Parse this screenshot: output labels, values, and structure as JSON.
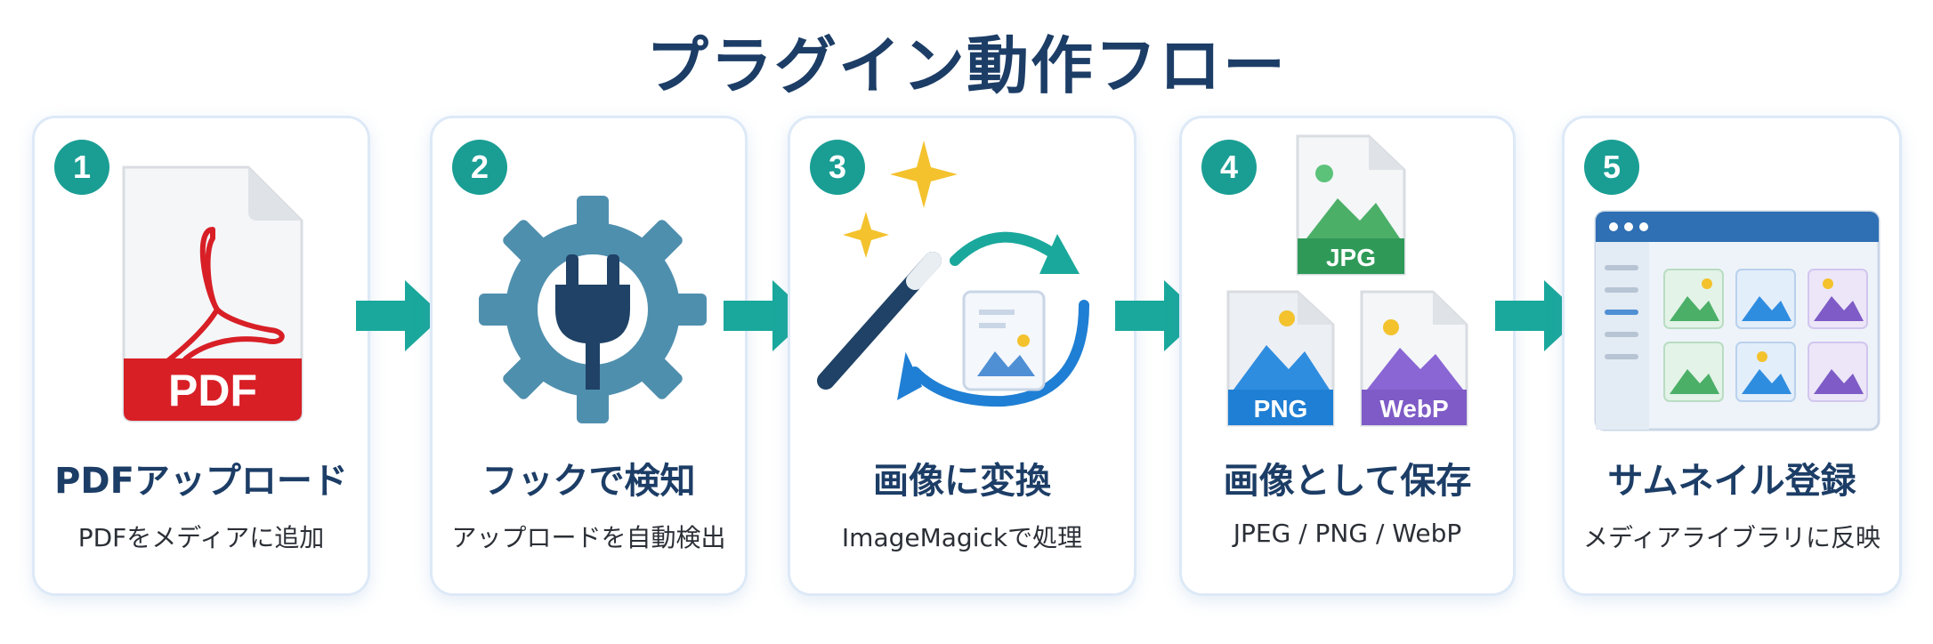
{
  "title": "プラグイン動作フロー",
  "steps": [
    {
      "number": "1",
      "title": "PDFアップロード",
      "subtitle": "PDFをメディアに追加",
      "icon": "pdf-file-icon",
      "badge_text": "PDF"
    },
    {
      "number": "2",
      "title": "フックで検知",
      "subtitle": "アップロードを自動検出",
      "icon": "gear-plug-icon"
    },
    {
      "number": "3",
      "title": "画像に変換",
      "subtitle": "ImageMagickで処理",
      "icon": "magic-wand-convert-icon"
    },
    {
      "number": "4",
      "title": "画像として保存",
      "subtitle": "JPEG / PNG / WebP",
      "icon": "image-files-icon",
      "formats": [
        "JPG",
        "PNG",
        "WebP"
      ]
    },
    {
      "number": "5",
      "title": "サムネイル登録",
      "subtitle": "メディアライブラリに反映",
      "icon": "media-library-icon"
    }
  ],
  "colors": {
    "title": "#1c3d66",
    "badge": "#1a9e94",
    "arrow": "#1aa89c",
    "pdf_red": "#d81f26",
    "gear": "#4f8fae",
    "jpg_green": "#2f9a58",
    "png_blue": "#1f7fd4",
    "webp_purple": "#7e5bc6"
  }
}
